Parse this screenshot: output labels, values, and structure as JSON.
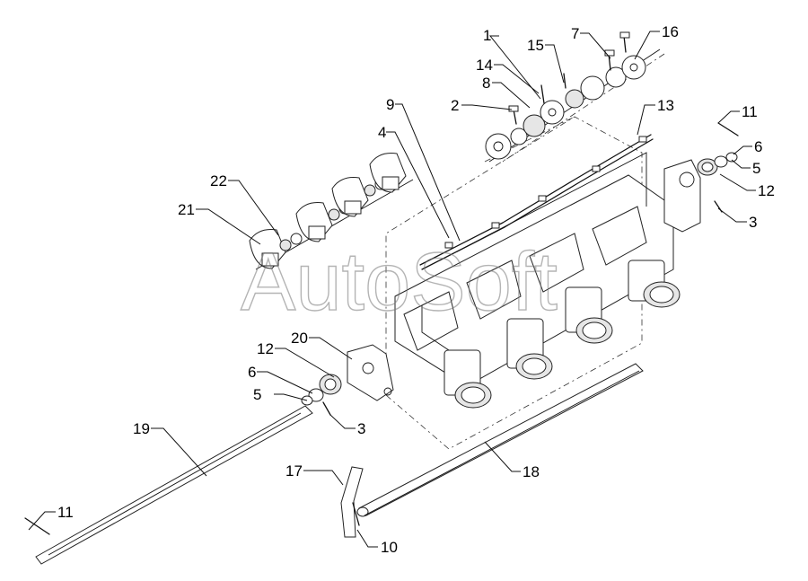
{
  "watermark": "AutoSoft",
  "callouts": {
    "c1": "1",
    "c2": "2",
    "c3a": "3",
    "c3b": "3",
    "c4": "4",
    "c5a": "5",
    "c5b": "5",
    "c6a": "6",
    "c6b": "6",
    "c7": "7",
    "c8": "8",
    "c9": "9",
    "c10": "10",
    "c11a": "11",
    "c11b": "11",
    "c12a": "12",
    "c12b": "12",
    "c13": "13",
    "c14": "14",
    "c15": "15",
    "c16": "16",
    "c17": "17",
    "c18": "18",
    "c19": "19",
    "c20": "20",
    "c21": "21",
    "c22": "22"
  }
}
